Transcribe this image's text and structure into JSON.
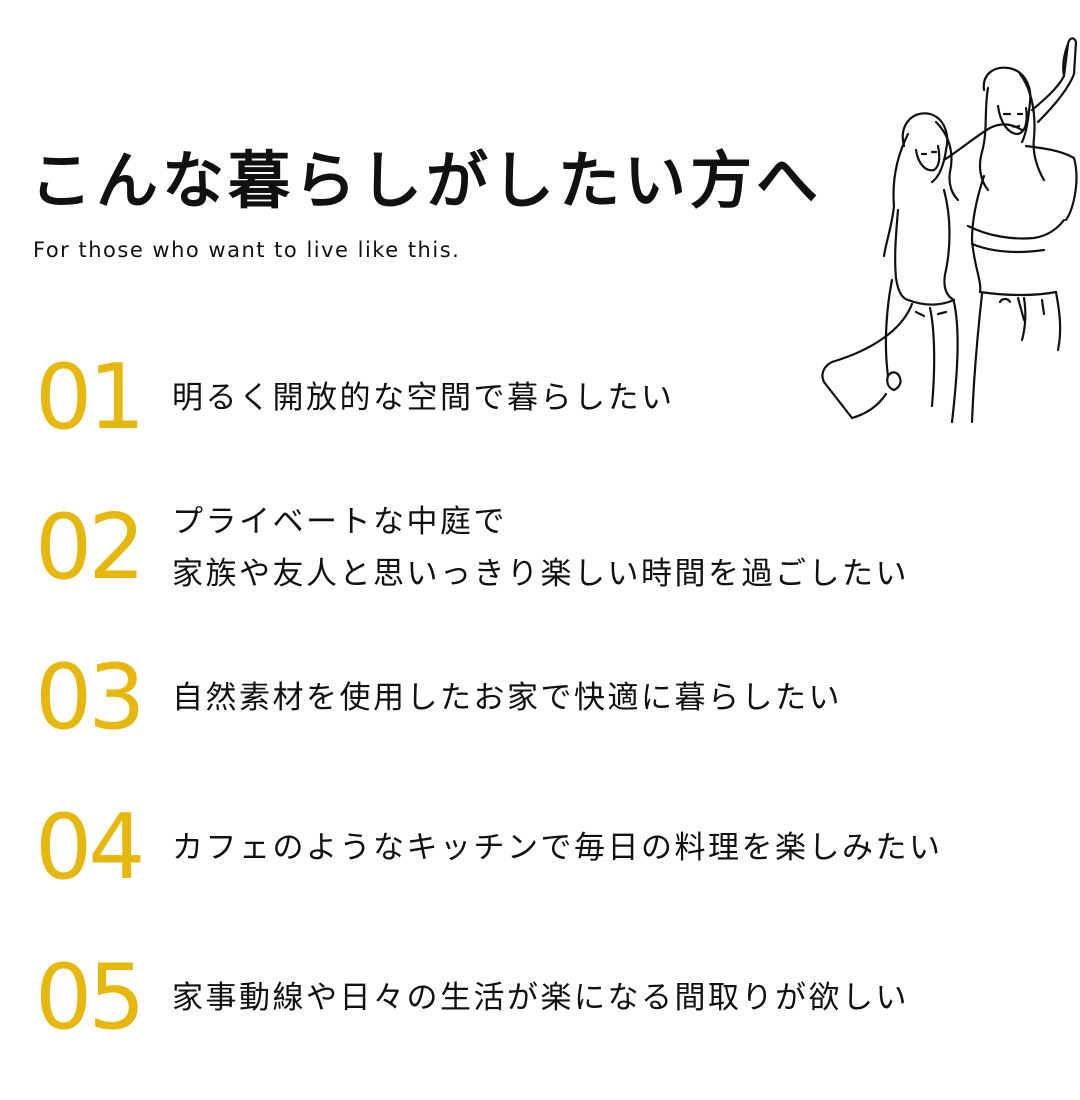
{
  "header": {
    "title": "こんな暮らしがしたい方へ",
    "subtitle": "For those who want to live like this."
  },
  "illustration": {
    "icon": "two-women-line-drawing"
  },
  "items": [
    {
      "number": "01",
      "lines": [
        "明るく開放的な空間で暮らしたい"
      ]
    },
    {
      "number": "02",
      "lines": [
        "プライベートな中庭で",
        "家族や友人と思いっきり楽しい時間を過ごしたい"
      ]
    },
    {
      "number": "03",
      "lines": [
        "自然素材を使用したお家で快適に暮らしたい"
      ]
    },
    {
      "number": "04",
      "lines": [
        "カフェのようなキッチンで毎日の料理を楽しみたい"
      ]
    },
    {
      "number": "05",
      "lines": [
        "家事動線や日々の生活が楽になる間取りが欲しい"
      ]
    }
  ],
  "colors": {
    "accent": "#e6b80e",
    "text": "#111111",
    "background": "#ffffff"
  }
}
